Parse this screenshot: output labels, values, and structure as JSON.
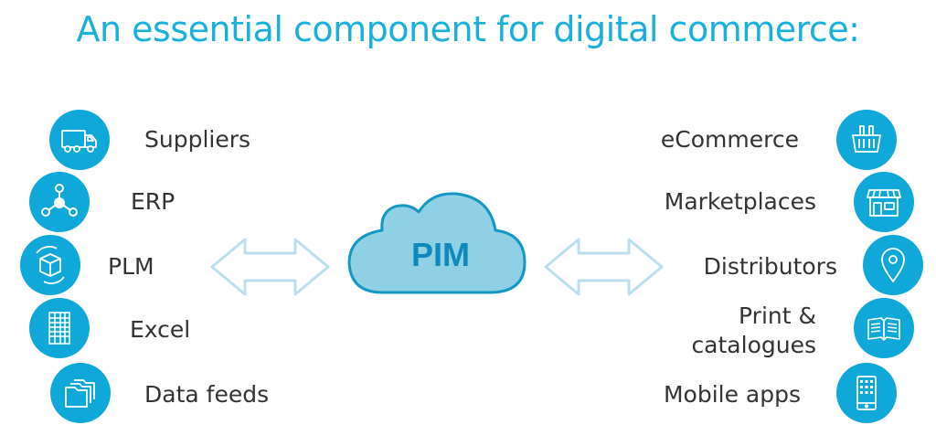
{
  "title": "An essential component for digital commerce:",
  "center": {
    "label": "PIM"
  },
  "left": [
    {
      "label": "Suppliers",
      "icon": "truck-icon"
    },
    {
      "label": "ERP",
      "icon": "network-icon"
    },
    {
      "label": "PLM",
      "icon": "box-cycle-icon"
    },
    {
      "label": "Excel",
      "icon": "spreadsheet-icon"
    },
    {
      "label": "Data feeds",
      "icon": "folder-icon"
    }
  ],
  "right": [
    {
      "label": "eCommerce",
      "icon": "basket-icon"
    },
    {
      "label": "Marketplaces",
      "icon": "storefront-icon"
    },
    {
      "label": "Distributors",
      "icon": "location-pin-icon"
    },
    {
      "label_line1": "Print &",
      "label_line2": "catalogues",
      "icon": "catalogue-icon"
    },
    {
      "label": "Mobile apps",
      "icon": "mobile-phone-icon"
    }
  ],
  "colors": {
    "accent": "#10a8d9",
    "title": "#1ab0dc",
    "cloud_fill": "#8fd0e5",
    "cloud_stroke": "#1597c4",
    "arrow_stroke": "#b9dfee",
    "text": "#333333"
  }
}
